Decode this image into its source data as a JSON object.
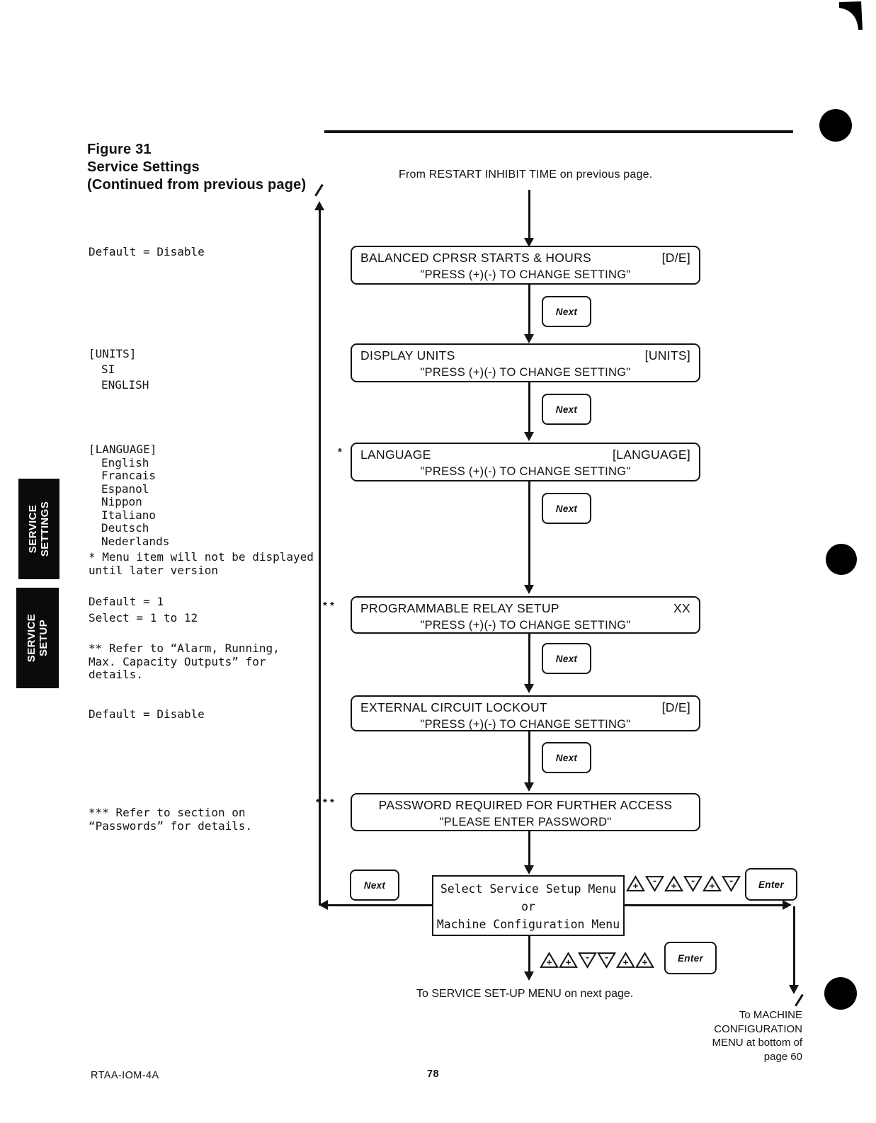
{
  "header": {
    "figure_line1": "Figure 31",
    "figure_line2": "Service Settings",
    "figure_line3": "(Continued from previous page)",
    "from_note": "From RESTART INHIBIT TIME on previous page."
  },
  "sidebar_tabs": [
    {
      "line1": "SERVICE",
      "line2": "SETTINGS"
    },
    {
      "line1": "SERVICE",
      "line2": "SETUP"
    }
  ],
  "left_notes": {
    "note1": "Default = Disable",
    "units": [
      "[UNITS]",
      "SI",
      "ENGLISH"
    ],
    "language": [
      "[LANGUAGE]",
      "English",
      "Francais",
      "Espanol",
      "Nippon",
      "Italiano",
      "Deutsch",
      "Nederlands"
    ],
    "star_note": [
      "* Menu item will not be displayed",
      "until later version"
    ],
    "default_select": [
      "Default = 1",
      "Select = 1 to 12"
    ],
    "star2_note": [
      "** Refer to “Alarm, Running,",
      "Max. Capacity Outputs” for",
      "details."
    ],
    "note2": "Default = Disable",
    "star3_note": [
      "*** Refer to section on",
      "“Passwords” for details."
    ]
  },
  "flow": {
    "next_label": "Next",
    "boxes": [
      {
        "marker": "",
        "title": "BALANCED CPRSR STARTS & HOURS",
        "tag": "[D/E]",
        "line2": "\"PRESS (+)(-) TO CHANGE SETTING\""
      },
      {
        "marker": "",
        "title": "DISPLAY UNITS",
        "tag": "[UNITS]",
        "line2": "\"PRESS (+)(-) TO CHANGE SETTING\""
      },
      {
        "marker": "*",
        "title": "LANGUAGE",
        "tag": "[LANGUAGE]",
        "line2": "\"PRESS (+)(-) TO CHANGE SETTING\""
      },
      {
        "marker": "* *",
        "title": "PROGRAMMABLE RELAY SETUP",
        "tag": "XX",
        "line2": "\"PRESS (+)(-) TO CHANGE SETTING\""
      },
      {
        "marker": "",
        "title": "EXTERNAL CIRCUIT LOCKOUT",
        "tag": "[D/E]",
        "line2": "\"PRESS (+)(-) TO CHANGE SETTING\""
      },
      {
        "marker": "* * *",
        "title": "PASSWORD REQUIRED FOR FURTHER ACCESS",
        "tag": "",
        "line2": "\"PLEASE ENTER PASSWORD\""
      }
    ]
  },
  "select_menu_box": {
    "line1": "Select Service Setup Menu",
    "line2": "or",
    "line3": "Machine Configuration Menu"
  },
  "keypad": {
    "enter_label": "Enter",
    "row_right": [
      "+",
      "-",
      "+",
      "-",
      "+",
      "-"
    ],
    "row_bottom": [
      "+",
      "+",
      "-",
      "-",
      "+",
      "+"
    ]
  },
  "destinations": {
    "service_setup": "To SERVICE SET-UP MENU on next page.",
    "machine_config": [
      "To MACHINE",
      "CONFIGURATION",
      "MENU at bottom of",
      "page 60"
    ]
  },
  "footer": {
    "doc_code": "RTAA-IOM-4A",
    "page_number": "78"
  }
}
